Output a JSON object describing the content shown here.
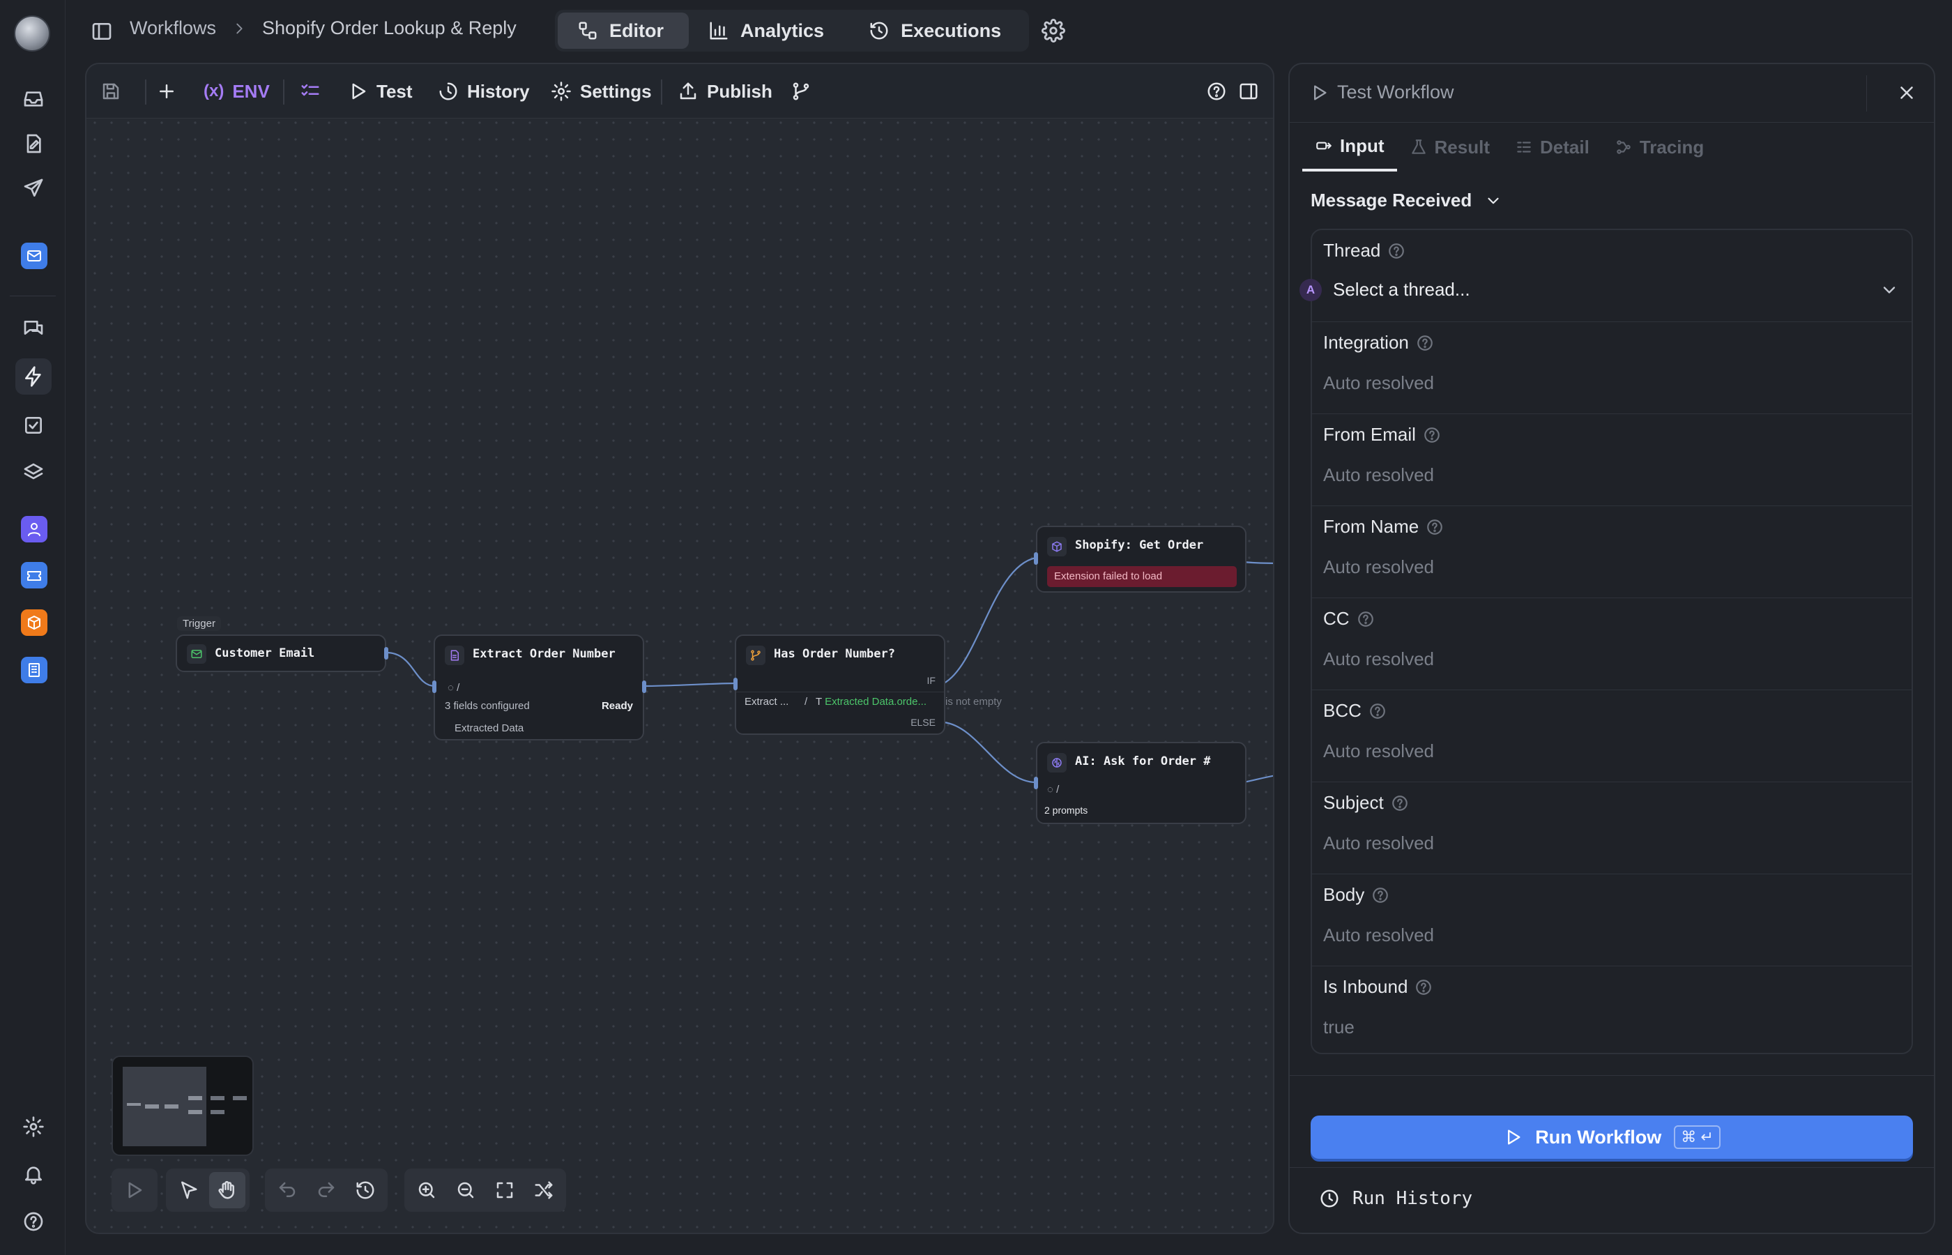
{
  "breadcrumb": {
    "root": "Workflows",
    "current": "Shopify Order Lookup & Reply"
  },
  "view_tabs": [
    {
      "label": "Editor",
      "icon": "flow-icon"
    },
    {
      "label": "Analytics",
      "icon": "chart-icon"
    },
    {
      "label": "Executions",
      "icon": "history-icon"
    }
  ],
  "toolbar": {
    "env_label": "ENV",
    "test_label": "Test",
    "history_label": "History",
    "settings_label": "Settings",
    "publish_label": "Publish"
  },
  "nodes": {
    "trigger_tag": "Trigger",
    "customer_email": {
      "title": "Customer Email"
    },
    "extract": {
      "title": "Extract Order Number",
      "path": "/",
      "fields": "3 fields configured",
      "status": "Ready",
      "output": "Extracted Data"
    },
    "has_order": {
      "title": "Has Order Number?",
      "if_label": "IF",
      "else_label": "ELSE",
      "cond_left": "Extract ...",
      "cond_sep": "/",
      "cond_var": "Extracted Data.orde...",
      "cond_op": "is not empty"
    },
    "shopify": {
      "title": "Shopify: Get Order",
      "error": "Extension failed to load"
    },
    "ai_ask": {
      "title": "AI: Ask for Order #",
      "path": "/",
      "prompts": "2 prompts"
    }
  },
  "panel": {
    "title": "Test Workflow",
    "tabs": [
      {
        "label": "Input",
        "active": true
      },
      {
        "label": "Result",
        "active": false
      },
      {
        "label": "Detail",
        "active": false
      },
      {
        "label": "Tracing",
        "active": false
      }
    ],
    "trigger_select": "Message Received",
    "thread": {
      "label": "Thread",
      "badge": "A",
      "placeholder": "Select a thread..."
    },
    "fields": [
      {
        "label": "Integration",
        "value": "Auto resolved"
      },
      {
        "label": "From Email",
        "value": "Auto resolved"
      },
      {
        "label": "From Name",
        "value": "Auto resolved"
      },
      {
        "label": "CC",
        "value": "Auto resolved"
      },
      {
        "label": "BCC",
        "value": "Auto resolved"
      },
      {
        "label": "Subject",
        "value": "Auto resolved"
      },
      {
        "label": "Body",
        "value": "Auto resolved"
      },
      {
        "label": "Is Inbound",
        "value": "true"
      }
    ],
    "run_button": "Run Workflow",
    "run_shortcut": "⌘ ↵",
    "run_history": "Run History"
  },
  "colors": {
    "accent": "#4a80f0",
    "env": "#a57cf5",
    "error_bg": "#7a1f33",
    "condition_green": "#4cc56a",
    "rail_apps": [
      "#3f7de8",
      "#6a5cf0",
      "#3f7de8",
      "#f07a1a",
      "#3f7de8"
    ]
  }
}
